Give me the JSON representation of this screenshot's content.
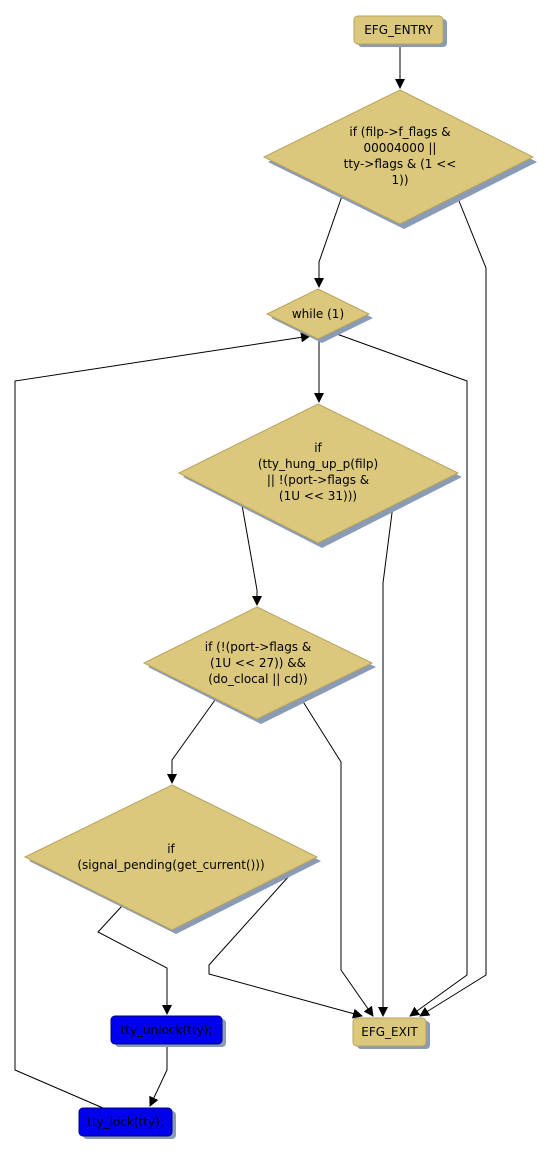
{
  "colors": {
    "node_fill": "#dcc87c",
    "node_stroke": "#b9a35c",
    "node_shadow": "#8a9bb5",
    "stmt_fill": "#0000ee",
    "stmt_stroke": "#00007a",
    "edge": "#000000"
  },
  "nodes": {
    "efg_entry": {
      "label": "EFG_ENTRY"
    },
    "cond_flags": {
      "lines": [
        "if (filp->f_flags &",
        "00004000 ||",
        "tty->flags & (1 <<",
        "1))"
      ]
    },
    "while_loop": {
      "label": "while (1)"
    },
    "cond_hung": {
      "lines": [
        "if",
        "(tty_hung_up_p(filp)",
        "|| !(port->flags &",
        "(1U << 31)))"
      ]
    },
    "cond_clocal": {
      "lines": [
        "if (!(port->flags &",
        "(1U << 27)) &&",
        "(do_clocal || cd))"
      ]
    },
    "cond_signal": {
      "lines": [
        "if",
        "(signal_pending(get_current()))"
      ]
    },
    "stmt_unlock": {
      "label": "tty_unlock(tty);"
    },
    "stmt_lock": {
      "label": "tty_lock(tty);"
    },
    "efg_exit": {
      "label": "EFG_EXIT"
    }
  }
}
